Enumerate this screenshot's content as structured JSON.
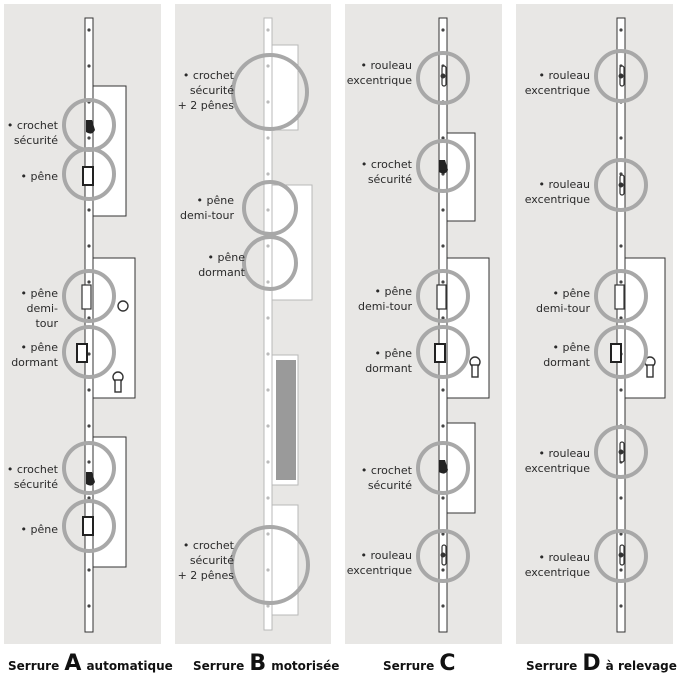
{
  "colors": {
    "panel": "#e8e7e5",
    "circle": "#a8a8a8",
    "lock_outline": "#333333"
  },
  "panels": [
    {
      "id": "A",
      "caption": {
        "prefix": "Serrure",
        "letter": "A",
        "suffix": "automatique"
      },
      "labels": [
        {
          "lines": [
            "• crochet",
            "sécurité"
          ]
        },
        {
          "lines": [
            "• pêne"
          ]
        },
        {
          "lines": [
            "• pêne",
            "demi-tour"
          ]
        },
        {
          "lines": [
            "• pêne",
            "dormant"
          ]
        },
        {
          "lines": [
            "• crochet",
            "sécurité"
          ]
        },
        {
          "lines": [
            "• pêne"
          ]
        }
      ]
    },
    {
      "id": "B",
      "caption": {
        "prefix": "Serrure",
        "letter": "B",
        "suffix": "motorisée"
      },
      "labels": [
        {
          "lines": [
            "• crochet",
            "sécurité",
            "+ 2 pênes"
          ]
        },
        {
          "lines": [
            "• pêne",
            "demi-tour"
          ]
        },
        {
          "lines": [
            "• pêne",
            "dormant"
          ]
        },
        {
          "lines": [
            "• crochet",
            "sécurité",
            "+ 2 pênes"
          ]
        }
      ]
    },
    {
      "id": "C",
      "caption": {
        "prefix": "Serrure",
        "letter": "C",
        "suffix": ""
      },
      "labels": [
        {
          "lines": [
            "• rouleau",
            "excentrique"
          ]
        },
        {
          "lines": [
            "• crochet",
            "sécurité"
          ]
        },
        {
          "lines": [
            "• pêne",
            "demi-tour"
          ]
        },
        {
          "lines": [
            "• pêne",
            "dormant"
          ]
        },
        {
          "lines": [
            "• crochet",
            "sécurité"
          ]
        },
        {
          "lines": [
            "• rouleau",
            "excentrique"
          ]
        }
      ]
    },
    {
      "id": "D",
      "caption": {
        "prefix": "Serrure",
        "letter": "D",
        "suffix": "à relevage"
      },
      "labels": [
        {
          "lines": [
            "• rouleau",
            "excentrique"
          ]
        },
        {
          "lines": [
            "• rouleau",
            "excentrique"
          ]
        },
        {
          "lines": [
            "• pêne",
            "demi-tour"
          ]
        },
        {
          "lines": [
            "• pêne",
            "dormant"
          ]
        },
        {
          "lines": [
            "• rouleau",
            "excentrique"
          ]
        },
        {
          "lines": [
            "• rouleau",
            "excentrique"
          ]
        }
      ]
    }
  ]
}
